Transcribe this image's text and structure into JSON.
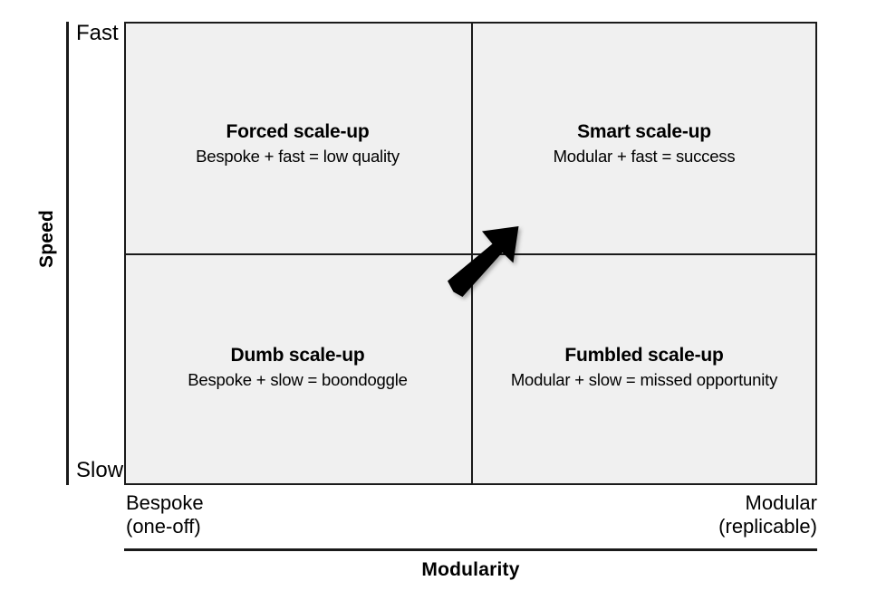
{
  "chart_data": {
    "type": "table",
    "title": "",
    "xlabel": "Modularity",
    "ylabel": "Speed",
    "x_axis": {
      "title": "Modularity",
      "low_label_line1": "Bespoke",
      "low_label_line2": "(one-off)",
      "high_label_line1": "Modular",
      "high_label_line2": "(replicable)"
    },
    "y_axis": {
      "title": "Speed",
      "high_label": "Fast",
      "low_label": "Slow"
    },
    "categories": [
      "Bespoke",
      "Modular"
    ],
    "rows": [
      "Fast",
      "Slow"
    ],
    "quadrants": [
      {
        "position": "top-left",
        "x_level": "Bespoke",
        "y_level": "Fast",
        "title": "Forced scale-up",
        "subtitle": "Bespoke + fast = low quality"
      },
      {
        "position": "top-right",
        "x_level": "Modular",
        "y_level": "Fast",
        "title": "Smart scale-up",
        "subtitle": "Modular + fast = success"
      },
      {
        "position": "bottom-left",
        "x_level": "Bespoke",
        "y_level": "Slow",
        "title": "Dumb scale-up",
        "subtitle": "Bespoke + slow = boondoggle"
      },
      {
        "position": "bottom-right",
        "x_level": "Modular",
        "y_level": "Slow",
        "title": "Fumbled scale-up",
        "subtitle": "Modular + slow = missed opportunity"
      }
    ],
    "annotations": [
      {
        "name": "direction-arrow",
        "shape": "arrow",
        "direction": "up-right",
        "from_quadrant": "bottom-left",
        "to_quadrant": "top-right",
        "color": "#000000"
      }
    ],
    "grid": true,
    "legend": "none"
  },
  "colors": {
    "quadrant_fill": "#f0f0f0",
    "frame_stroke": "#1a1a1a",
    "text": "#000000",
    "arrow": "#000000",
    "background": "#ffffff"
  }
}
